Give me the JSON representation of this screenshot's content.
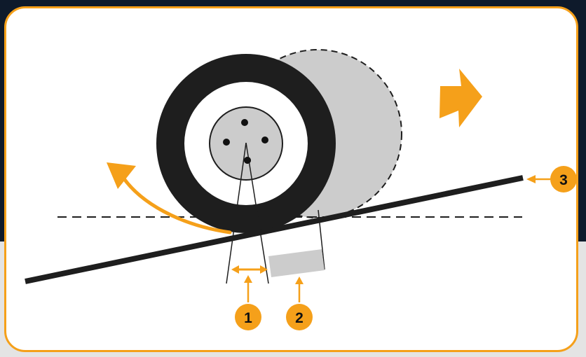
{
  "colors": {
    "accent": "#f5a01a",
    "tire": "#1e1e1e",
    "hub": "#cccccc",
    "ghost_wheel": "#cccccc",
    "panel_border": "#f5a01a",
    "background_dark": "#0e1a2b"
  },
  "callouts": [
    {
      "number": "1"
    },
    {
      "number": "2"
    },
    {
      "number": "3"
    }
  ],
  "icons": [
    "direction-arrow-icon",
    "rotation-arrow-icon",
    "pointer-arrow-icon"
  ]
}
